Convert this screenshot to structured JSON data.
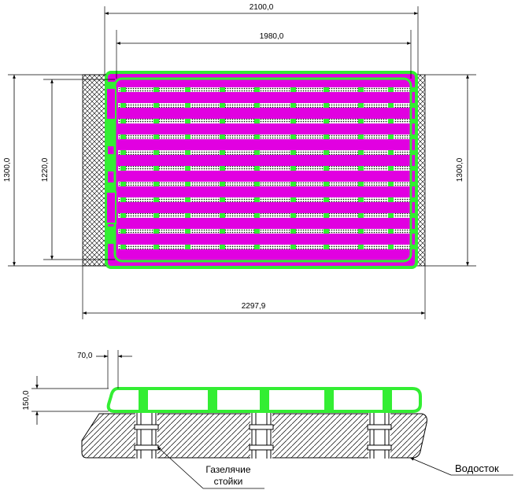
{
  "top_view": {
    "dimensions": {
      "overall_width": "2100,0",
      "inner_width": "1980,0",
      "height_left_outer": "1300,0",
      "height_left_inner": "1220,0",
      "height_right": "1300,0",
      "base_width": "2297,9"
    },
    "rung_count": 11
  },
  "side_view": {
    "dimensions": {
      "offset": "70,0",
      "height": "150,0"
    },
    "labels": {
      "stands_line1": "Газелячие",
      "stands_line2": "стойки",
      "drain": "Водосток"
    }
  },
  "colors": {
    "frame_green": "#33ee33",
    "panel_magenta": "#e100e1",
    "hatch": "#000000"
  }
}
